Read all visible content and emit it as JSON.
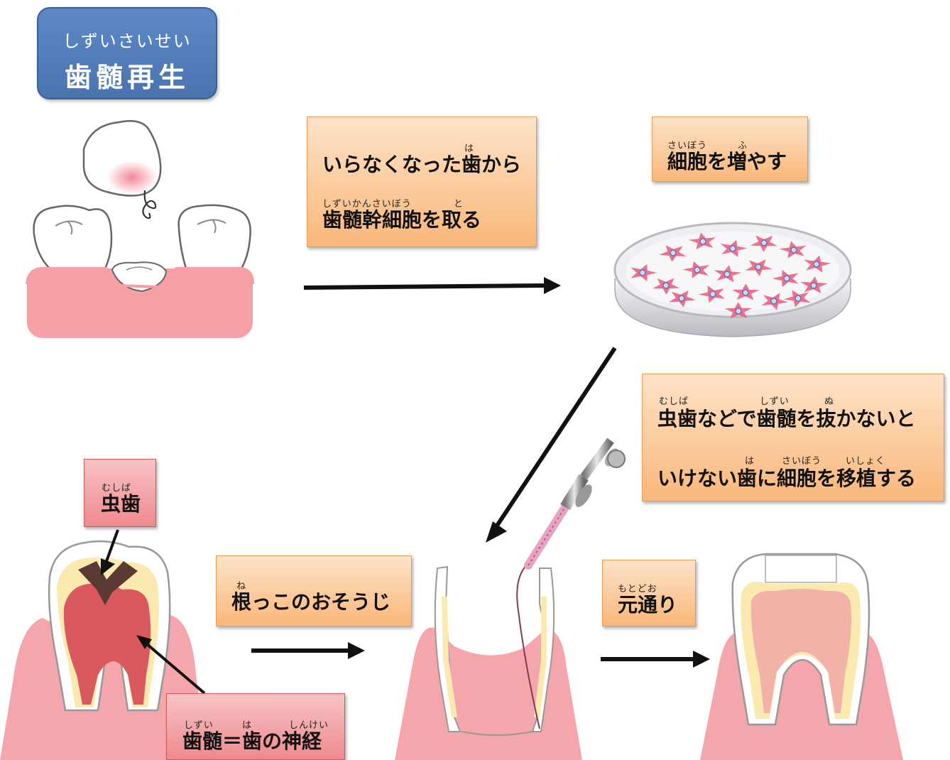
{
  "title": {
    "ruby": "しずいさいせい",
    "main": "歯髄再生"
  },
  "steps": {
    "extract": {
      "line1": "いらなくなった歯から",
      "ruby1": "は",
      "line2": "歯髄幹細胞を取る",
      "ruby2a": "しずいかんさいぼう",
      "ruby2b": "と"
    },
    "grow": {
      "line1": "細胞を増やす",
      "ruby1a": "さいぼう",
      "ruby1b": "ふ"
    },
    "transplant": {
      "line1": "虫歯などで歯髄を抜かないと",
      "ruby1a": "むしば",
      "ruby1b": "しずい",
      "ruby1c": "ぬ",
      "line2": "いけない歯に細胞を移植する",
      "ruby2a": "は",
      "ruby2b": "さいぼう",
      "ruby2c": "いしょく"
    },
    "clean": {
      "line1": "根っこのおそうじ",
      "ruby1": "ね"
    },
    "restore": {
      "line1": "元通り",
      "ruby1": "もとどお"
    }
  },
  "labels": {
    "caries": {
      "text": "虫歯",
      "ruby": "むしば"
    },
    "pulp": {
      "text": "歯髄＝歯の神経",
      "ruby1": "しずい",
      "ruby2": "は",
      "ruby3": "しんけい"
    }
  },
  "colors": {
    "title_bg": "#4f7cba",
    "label_orange": "#fbc99a",
    "label_red": "#f2a3a6",
    "gum": "#f4a6ac",
    "dentin": "#fbeab0",
    "pulp": "#d85a5e",
    "caries": "#5a3a32"
  }
}
